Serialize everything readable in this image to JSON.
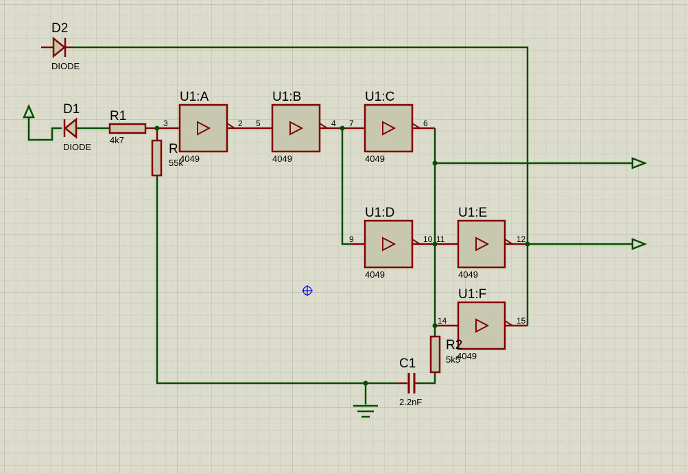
{
  "schematic": {
    "colors": {
      "background": "#dcdccc",
      "grid_minor": "#c4c4b4",
      "grid_major": "#aeae9e",
      "wire": "#004d00",
      "component_outline": "#800000",
      "component_fill": "#c8c8b0",
      "junction": "#004d00",
      "cursor": "#0000cc"
    },
    "components": {
      "d2": {
        "ref": "D2",
        "value": "DIODE"
      },
      "d1": {
        "ref": "D1",
        "value": "DIODE"
      },
      "r1": {
        "ref": "R1",
        "value": "4k7"
      },
      "r_mid": {
        "ref": "R",
        "value": "55k"
      },
      "r2": {
        "ref": "R2",
        "value": "5k5"
      },
      "c1": {
        "ref": "C1",
        "value": "2.2nF"
      },
      "u1a": {
        "ref": "U1:A",
        "value": "4049",
        "pin_in": "3",
        "pin_out": "2"
      },
      "u1b": {
        "ref": "U1:B",
        "value": "4049",
        "pin_in": "5",
        "pin_out": "4"
      },
      "u1c": {
        "ref": "U1:C",
        "value": "4049",
        "pin_in": "7",
        "pin_out": "6"
      },
      "u1d": {
        "ref": "U1:D",
        "value": "4049",
        "pin_in": "9",
        "pin_out": "10"
      },
      "u1e": {
        "ref": "U1:E",
        "value": "4049",
        "pin_in": "11",
        "pin_out": "12"
      },
      "u1f": {
        "ref": "U1:F",
        "value": "4049",
        "pin_in": "14",
        "pin_out": "15"
      }
    },
    "icons": {
      "power": "power-terminal-icon",
      "ground": "ground-icon",
      "output": "output-terminal-icon",
      "cursor": "crosshair-cursor-icon"
    }
  }
}
